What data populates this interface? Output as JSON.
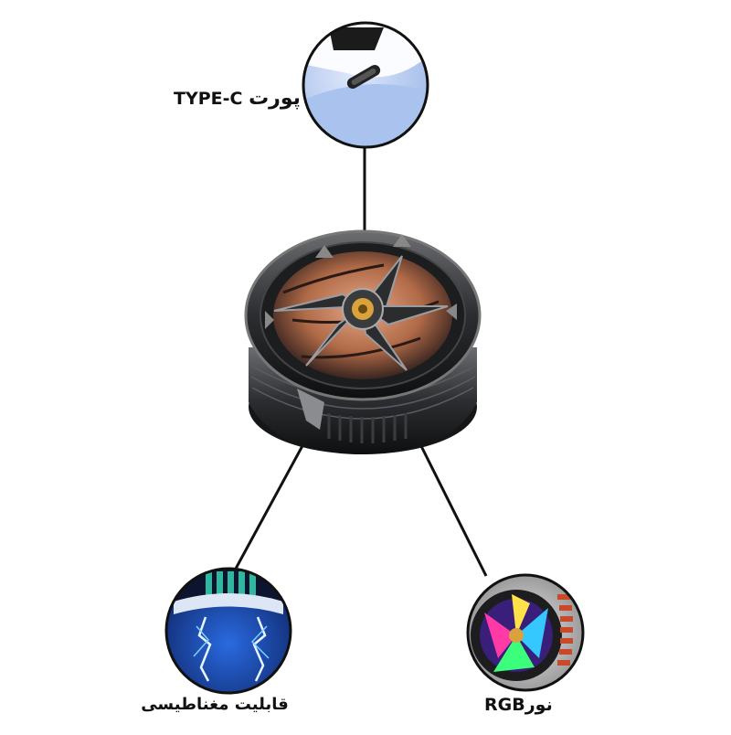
{
  "callouts": {
    "top": {
      "label_latin": "TYPE-C",
      "label_fa": "پورت"
    },
    "left": {
      "label": "قابلیت مغناطیسی"
    },
    "right": {
      "label_latin": "RGB",
      "label_fa": "نور"
    }
  },
  "icons": {
    "product": "cooling-fan",
    "top_inset": "usb-c-port",
    "left_inset": "magnetic-field",
    "right_inset": "rgb-light-fan"
  },
  "colors": {
    "background": "#ffffff",
    "outline": "#111111",
    "fan_copper": "#c07a55",
    "port_blue": "#b8cdf0",
    "magnet_blue": "#1a4fbf"
  }
}
